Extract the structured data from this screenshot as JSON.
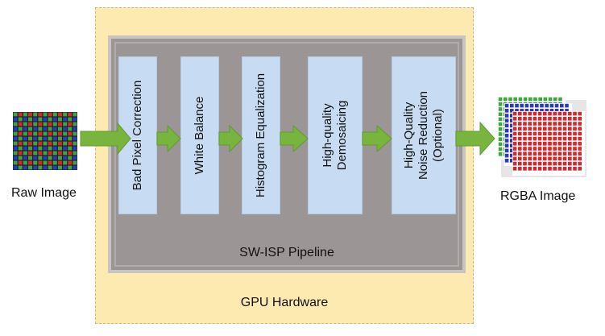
{
  "containers": {
    "gpu_label": "GPU Hardware",
    "pipeline_label": "SW-ISP Pipeline"
  },
  "input": {
    "label": "Raw Image"
  },
  "output": {
    "label": "RGBA Image"
  },
  "stages": [
    {
      "lines": [
        "Bad Pixel Correction"
      ]
    },
    {
      "lines": [
        "White Balance"
      ]
    },
    {
      "lines": [
        "Histogram Equalization"
      ]
    },
    {
      "lines": [
        "High-quality",
        "Demosaicing"
      ]
    },
    {
      "lines": [
        "High-Quality",
        "Noise Reduction",
        "(Optional)"
      ]
    }
  ],
  "colors": {
    "gpu_fill": "#fdeab0",
    "pipeline_fill": "#9b9695",
    "stage_fill": "#c7dcf2",
    "arrow_fill": "#79b43f",
    "bayer_red": "#d9262b",
    "bayer_green": "#3aa83a",
    "bayer_blue": "#2a37c8"
  }
}
